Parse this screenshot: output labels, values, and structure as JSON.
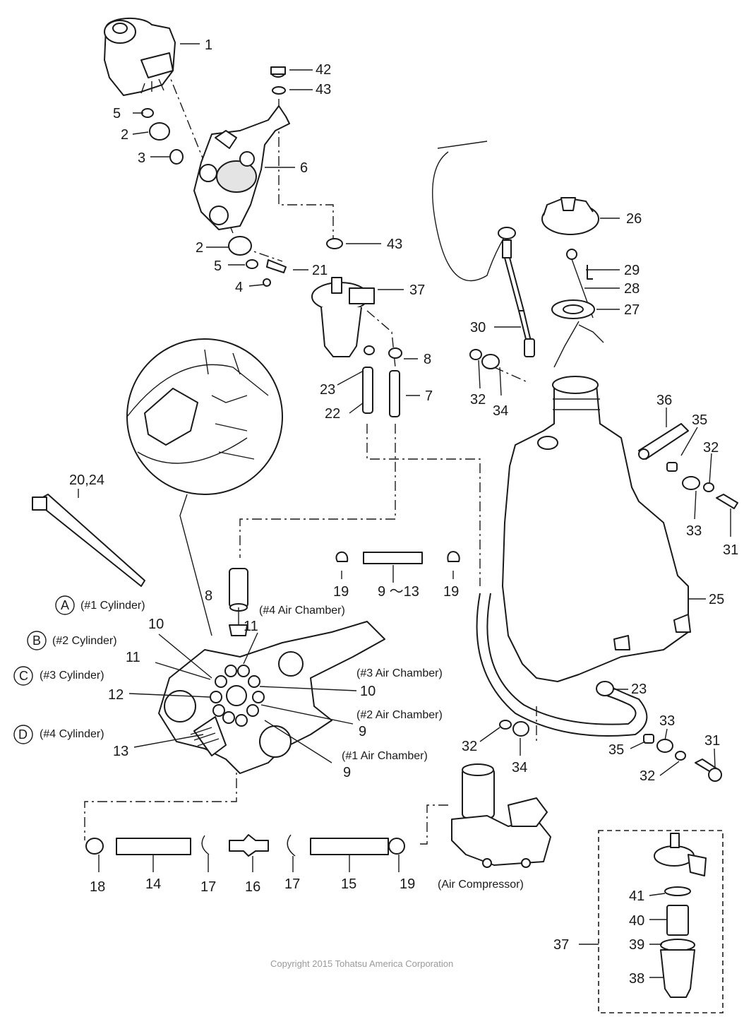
{
  "callouts": [
    {
      "id": "c1",
      "text": "1"
    },
    {
      "id": "c42",
      "text": "42"
    },
    {
      "id": "c43a",
      "text": "43"
    },
    {
      "id": "c5a",
      "text": "5"
    },
    {
      "id": "c2a",
      "text": "2"
    },
    {
      "id": "c3",
      "text": "3"
    },
    {
      "id": "c6",
      "text": "6"
    },
    {
      "id": "c43b",
      "text": "43"
    },
    {
      "id": "c2b",
      "text": "2"
    },
    {
      "id": "c5b",
      "text": "5"
    },
    {
      "id": "c21",
      "text": "21"
    },
    {
      "id": "c4",
      "text": "4"
    },
    {
      "id": "c37a",
      "text": "37"
    },
    {
      "id": "c8a",
      "text": "8"
    },
    {
      "id": "c23a",
      "text": "23"
    },
    {
      "id": "c7",
      "text": "7"
    },
    {
      "id": "c22",
      "text": "22"
    },
    {
      "id": "c26",
      "text": "26"
    },
    {
      "id": "c29",
      "text": "29"
    },
    {
      "id": "c28",
      "text": "28"
    },
    {
      "id": "c27",
      "text": "27"
    },
    {
      "id": "c30",
      "text": "30"
    },
    {
      "id": "c32a",
      "text": "32"
    },
    {
      "id": "c34a",
      "text": "34"
    },
    {
      "id": "c36",
      "text": "36"
    },
    {
      "id": "c35a",
      "text": "35"
    },
    {
      "id": "c32b",
      "text": "32"
    },
    {
      "id": "c33a",
      "text": "33"
    },
    {
      "id": "c31a",
      "text": "31"
    },
    {
      "id": "c2024",
      "text": "20,24"
    },
    {
      "id": "c19a",
      "text": "19"
    },
    {
      "id": "c913",
      "text": "9 ～13"
    },
    {
      "id": "c19b",
      "text": "19"
    },
    {
      "id": "c25",
      "text": "25"
    },
    {
      "id": "c8b",
      "text": "8"
    },
    {
      "id": "c10a",
      "text": "10"
    },
    {
      "id": "c11a",
      "text": "11"
    },
    {
      "id": "c11b",
      "text": "11"
    },
    {
      "id": "c12",
      "text": "12"
    },
    {
      "id": "c10b",
      "text": "10"
    },
    {
      "id": "c9a",
      "text": "9"
    },
    {
      "id": "c13",
      "text": "13"
    },
    {
      "id": "c9b",
      "text": "9"
    },
    {
      "id": "c23b",
      "text": "23"
    },
    {
      "id": "c33b",
      "text": "33"
    },
    {
      "id": "c31b",
      "text": "31"
    },
    {
      "id": "c32c",
      "text": "32"
    },
    {
      "id": "c34b",
      "text": "34"
    },
    {
      "id": "c35b",
      "text": "35"
    },
    {
      "id": "c32d",
      "text": "32"
    },
    {
      "id": "c18",
      "text": "18"
    },
    {
      "id": "c14",
      "text": "14"
    },
    {
      "id": "c17a",
      "text": "17"
    },
    {
      "id": "c16",
      "text": "16"
    },
    {
      "id": "c17b",
      "text": "17"
    },
    {
      "id": "c15",
      "text": "15"
    },
    {
      "id": "c19c",
      "text": "19"
    },
    {
      "id": "c41",
      "text": "41"
    },
    {
      "id": "c40",
      "text": "40"
    },
    {
      "id": "c37b",
      "text": "37"
    },
    {
      "id": "c39",
      "text": "39"
    },
    {
      "id": "c38",
      "text": "38"
    }
  ],
  "cylinders": [
    {
      "letter": "A",
      "label": "(#1 Cylinder)"
    },
    {
      "letter": "B",
      "label": "(#2 Cylinder)"
    },
    {
      "letter": "C",
      "label": "(#3 Cylinder)"
    },
    {
      "letter": "D",
      "label": "(#4 Cylinder)"
    }
  ],
  "chambers": {
    "c4": "(#4 Air Chamber)",
    "c3": "(#3 Air Chamber)",
    "c2": "(#2 Air Chamber)",
    "c1": "(#1 Air Chamber)"
  },
  "air_compressor_label": "(Air Compressor)",
  "copyright": "Copyright 2015 Tohatsu America Corporation"
}
